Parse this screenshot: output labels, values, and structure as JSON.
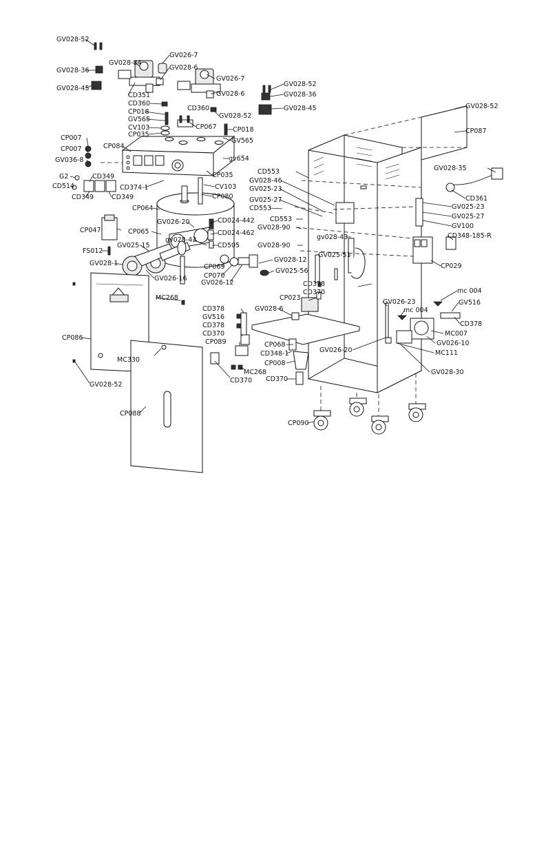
{
  "labels": {
    "gv028_52_a": "GV028-52",
    "gv028_84": "GV028-84",
    "gv026_7_a": "GV026-7",
    "gv028_36_a": "GV028-36",
    "gv028_6_a": "GV028-6",
    "gv026_7_b": "GV026-7",
    "gv028_45_a": "GV028-45",
    "cd351": "CD351",
    "gv028_6_b": "GV028-6",
    "gv028_52_b": "GV028-52",
    "gv028_36_b": "GV028-36",
    "gv028_45_b": "GV028-45",
    "cd360_a": "CD360",
    "cd360_b": "CD360",
    "gv028_52_c": "GV028-52",
    "cp018_a": "CP018",
    "gv565_a": "GV565",
    "cv103_a": "CV103",
    "cp067": "CP067",
    "cp018_b": "CP018",
    "cp035_a": "CP035",
    "gv565_b": "GV565",
    "cp007_a": "CP007",
    "cp007_b": "CP007",
    "cp084": "CP084",
    "gv036_8": "GV036-8",
    "gv028_52_d": "GV028-52",
    "cp087": "CP087",
    "gv654": "gv654",
    "cd553_a": "CD553",
    "gv028_35": "GV028-35",
    "g2": "G2",
    "cd349_a": "CD349",
    "cd514": "CD514",
    "cd349_b": "CD349",
    "cd349_c": "CD349",
    "cd374_1": "CD374-1",
    "cp035_b": "CP035",
    "cv103_b": "CV103",
    "cp080": "CP080",
    "gv028_46": "GV028-46",
    "gv025_23_a": "GV025-23",
    "gv025_27_a": "GV025-27",
    "cd361": "CD361",
    "gv025_23_b": "GV025-23",
    "gv025_27_b": "GV025-27",
    "gv100": "GV100",
    "cp064": "CP064",
    "cd553_b": "CD553",
    "cd553_c": "CD553",
    "cp047": "CP047",
    "cp065": "CP065",
    "gv026_20_a": "GV026-20",
    "cd024_442": "CD024-442",
    "cd024_462": "CD024-462",
    "gv028_43_a": "gv028-43",
    "gv028_90_a": "GV028-90",
    "gv028_43_b": "gv028-43",
    "cd348_185r": "CD348-185-R",
    "cd505": "CD505",
    "gv025_15": "GV025-15",
    "fs012": "FS012",
    "gv028_90_b": "GV028-90",
    "gv025_51": "GV025-51",
    "cp029": "CP029",
    "gv028_1": "GV028-1",
    "cp069": "CP069",
    "cp070": "CP070",
    "gv028_12": "GV028-12",
    "gv025_56": "GV025-56",
    "gv026_12": "GV026-12",
    "gv026_16": "GV026-16",
    "cd378_a": "CD378",
    "cd370_a": "CD370",
    "mc268_a": "MC268",
    "mc004_a": "mc 004",
    "gv516_a": "GV516",
    "cp023": "CP023",
    "gv026_23": "GV026-23",
    "mc004_b": "mc 004",
    "cd378_b": "CD378",
    "gv516_b": "GV516",
    "cd378_c": "CD378",
    "gv028_6_c": "GV028-6",
    "cd378_d": "CD378",
    "mc007": "MC007",
    "cd370_b": "CD370",
    "gv026_10": "GV026-10",
    "cp086": "CP086",
    "cp089": "CP089",
    "cp068": "CP068",
    "cd348_1": "CD348-1",
    "gv026_20_b": "GV026-20",
    "mc111": "MC111",
    "mc330": "MC330",
    "cp008": "CP008",
    "mc268_b": "MC268",
    "gv028_30": "GV028-30",
    "cd370_c": "CD370",
    "cd370_d": "CD370",
    "gv028_52_e": "GV028-52",
    "cp088": "CP088",
    "cp090": "CP090"
  }
}
